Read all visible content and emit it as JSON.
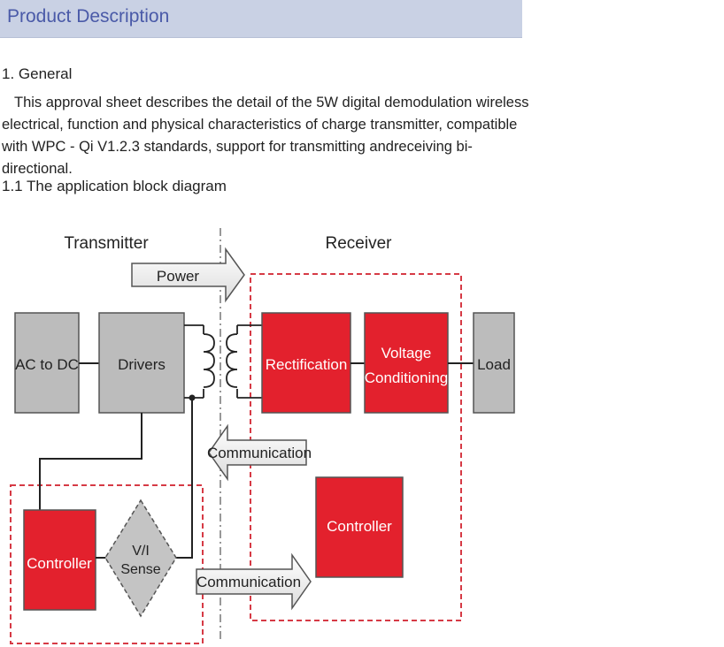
{
  "header": {
    "title": "Product Description"
  },
  "sections": {
    "general_heading": "1. General",
    "general_text": "This approval sheet describes the detail of the 5W digital demodulation wireless electrical, function and physical characteristics of charge transmitter, compatible with WPC - Qi V1.2.3 standards, support for transmitting andreceiving bi-directional.",
    "diagram_heading": "1.1 The application block diagram"
  },
  "diagram": {
    "transmitter_label": "Transmitter",
    "receiver_label": "Receiver",
    "power_label": "Power",
    "ac_dc_label": "AC to DC",
    "drivers_label": "Drivers",
    "rectification_label": "Rectification",
    "voltage_label_line1": "Voltage",
    "voltage_label_line2": "Conditioning",
    "load_label": "Load",
    "communication_rx_to_tx": "Communication",
    "communication_tx_to_rx": "Communication",
    "rx_controller_label": "Controller",
    "tx_controller_label": "Controller",
    "vi_sense_line1": "V/I",
    "vi_sense_line2": "Sense",
    "colors": {
      "red_block": "#e3212d",
      "gray_block": "#bcbcbc",
      "dash_border": "#d63a45",
      "arrow_fill": "#ececec"
    }
  }
}
